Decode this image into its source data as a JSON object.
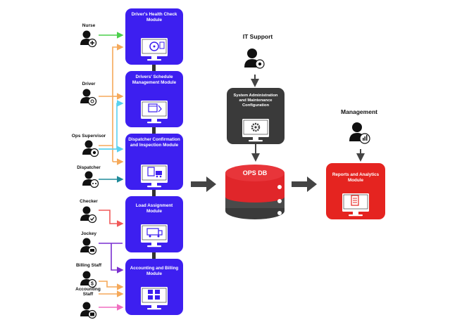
{
  "actors": {
    "nurse": "Nurse",
    "driver": "Driver",
    "ops_supervisor": "Ops Supervisor",
    "dispatcher": "Dispatcher",
    "checker": "Checker",
    "jockey": "Jockey",
    "billing_staff": "Billing Staff",
    "accounting_staff": "Accounting Staff",
    "it_support": "IT Support",
    "management": "Management"
  },
  "modules": {
    "health_check": "Driver's Health Check Module",
    "schedule_mgmt": "Drivers' Schedule Management Module",
    "dispatcher_confirm": "Dispatcher Confirmation and Inspection Module",
    "load_assignment": "Load Assignment Module",
    "accounting_billing": "Accounting and Billing Module",
    "sys_admin": "System Administration and Maintenance Configuration",
    "reports": "Reports and Analytics Module"
  },
  "database": {
    "label": "OPS DB"
  },
  "colors": {
    "module_blue": "#3d1ff0",
    "sys_admin_gray": "#3a3a3a",
    "reports_red": "#e52420",
    "db_red": "#e0262a",
    "db_gray": "#4a4a4a",
    "arrow_gray": "#444444",
    "link_green": "#4ccf4c",
    "link_orange": "#f5a95a",
    "link_cyan": "#5ad1ee",
    "link_teal": "#1f8a9a",
    "link_red": "#f05a5a",
    "link_purple": "#7a2fd0",
    "link_pink": "#f06ec0"
  },
  "icons": {
    "actor": "person-icon",
    "monitor": "monitor-icon",
    "steering": "steering-wheel-icon",
    "gear": "gear-icon",
    "calendar": "calendar-icon",
    "clipboard": "clipboard-icon",
    "truck": "truck-icon",
    "calculator": "calculator-icon",
    "chart": "chart-icon",
    "checkmark": "checkmark-icon",
    "dollar": "dollar-icon",
    "medical_cross": "medical-cross-icon"
  }
}
